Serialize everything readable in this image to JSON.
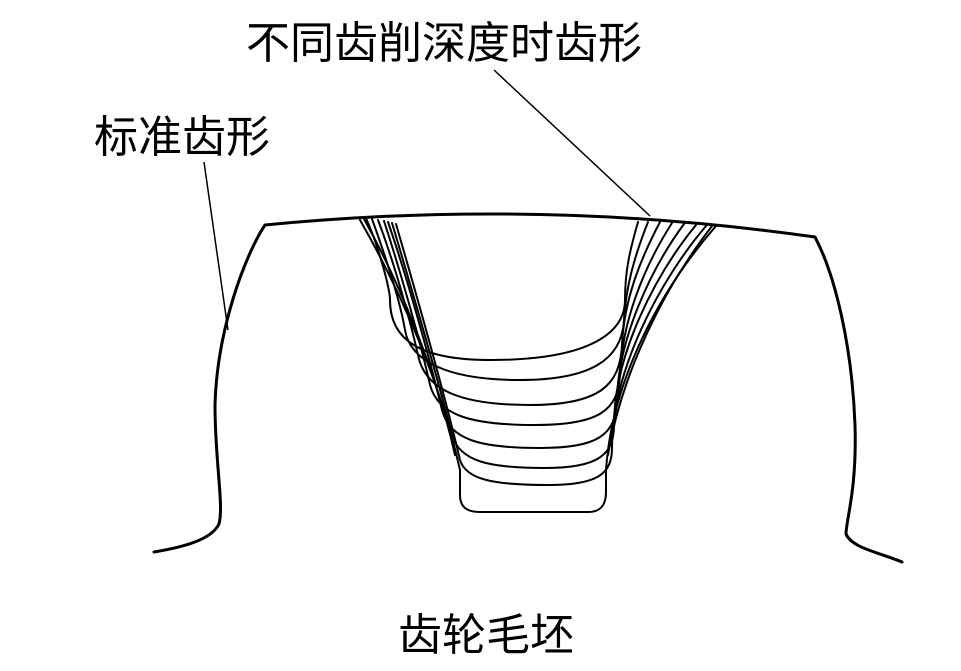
{
  "labels": {
    "cut_profiles": "不同齿削深度时齿形",
    "standard_profile": "标准齿形",
    "gear_blank": "齿轮毛坯"
  },
  "colors": {
    "ink": "#000000",
    "background": "#ffffff"
  }
}
